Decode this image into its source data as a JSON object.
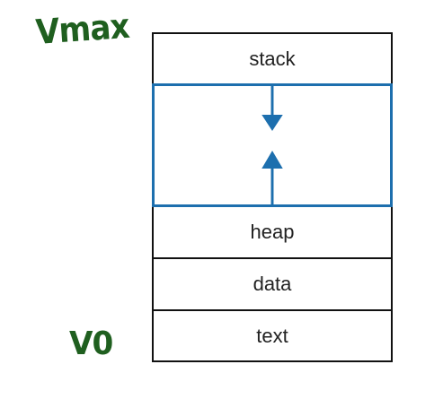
{
  "labels": {
    "top_address": "Vmax",
    "bottom_address": "V0"
  },
  "segments": {
    "stack": "stack",
    "heap": "heap",
    "data": "data",
    "text": "text"
  },
  "colors": {
    "border": "#111111",
    "free_region": "#1d6fae",
    "handwriting": "#1f5f1f"
  },
  "icons": {
    "grow_down": "arrow-down-icon",
    "grow_up": "arrow-up-icon"
  }
}
